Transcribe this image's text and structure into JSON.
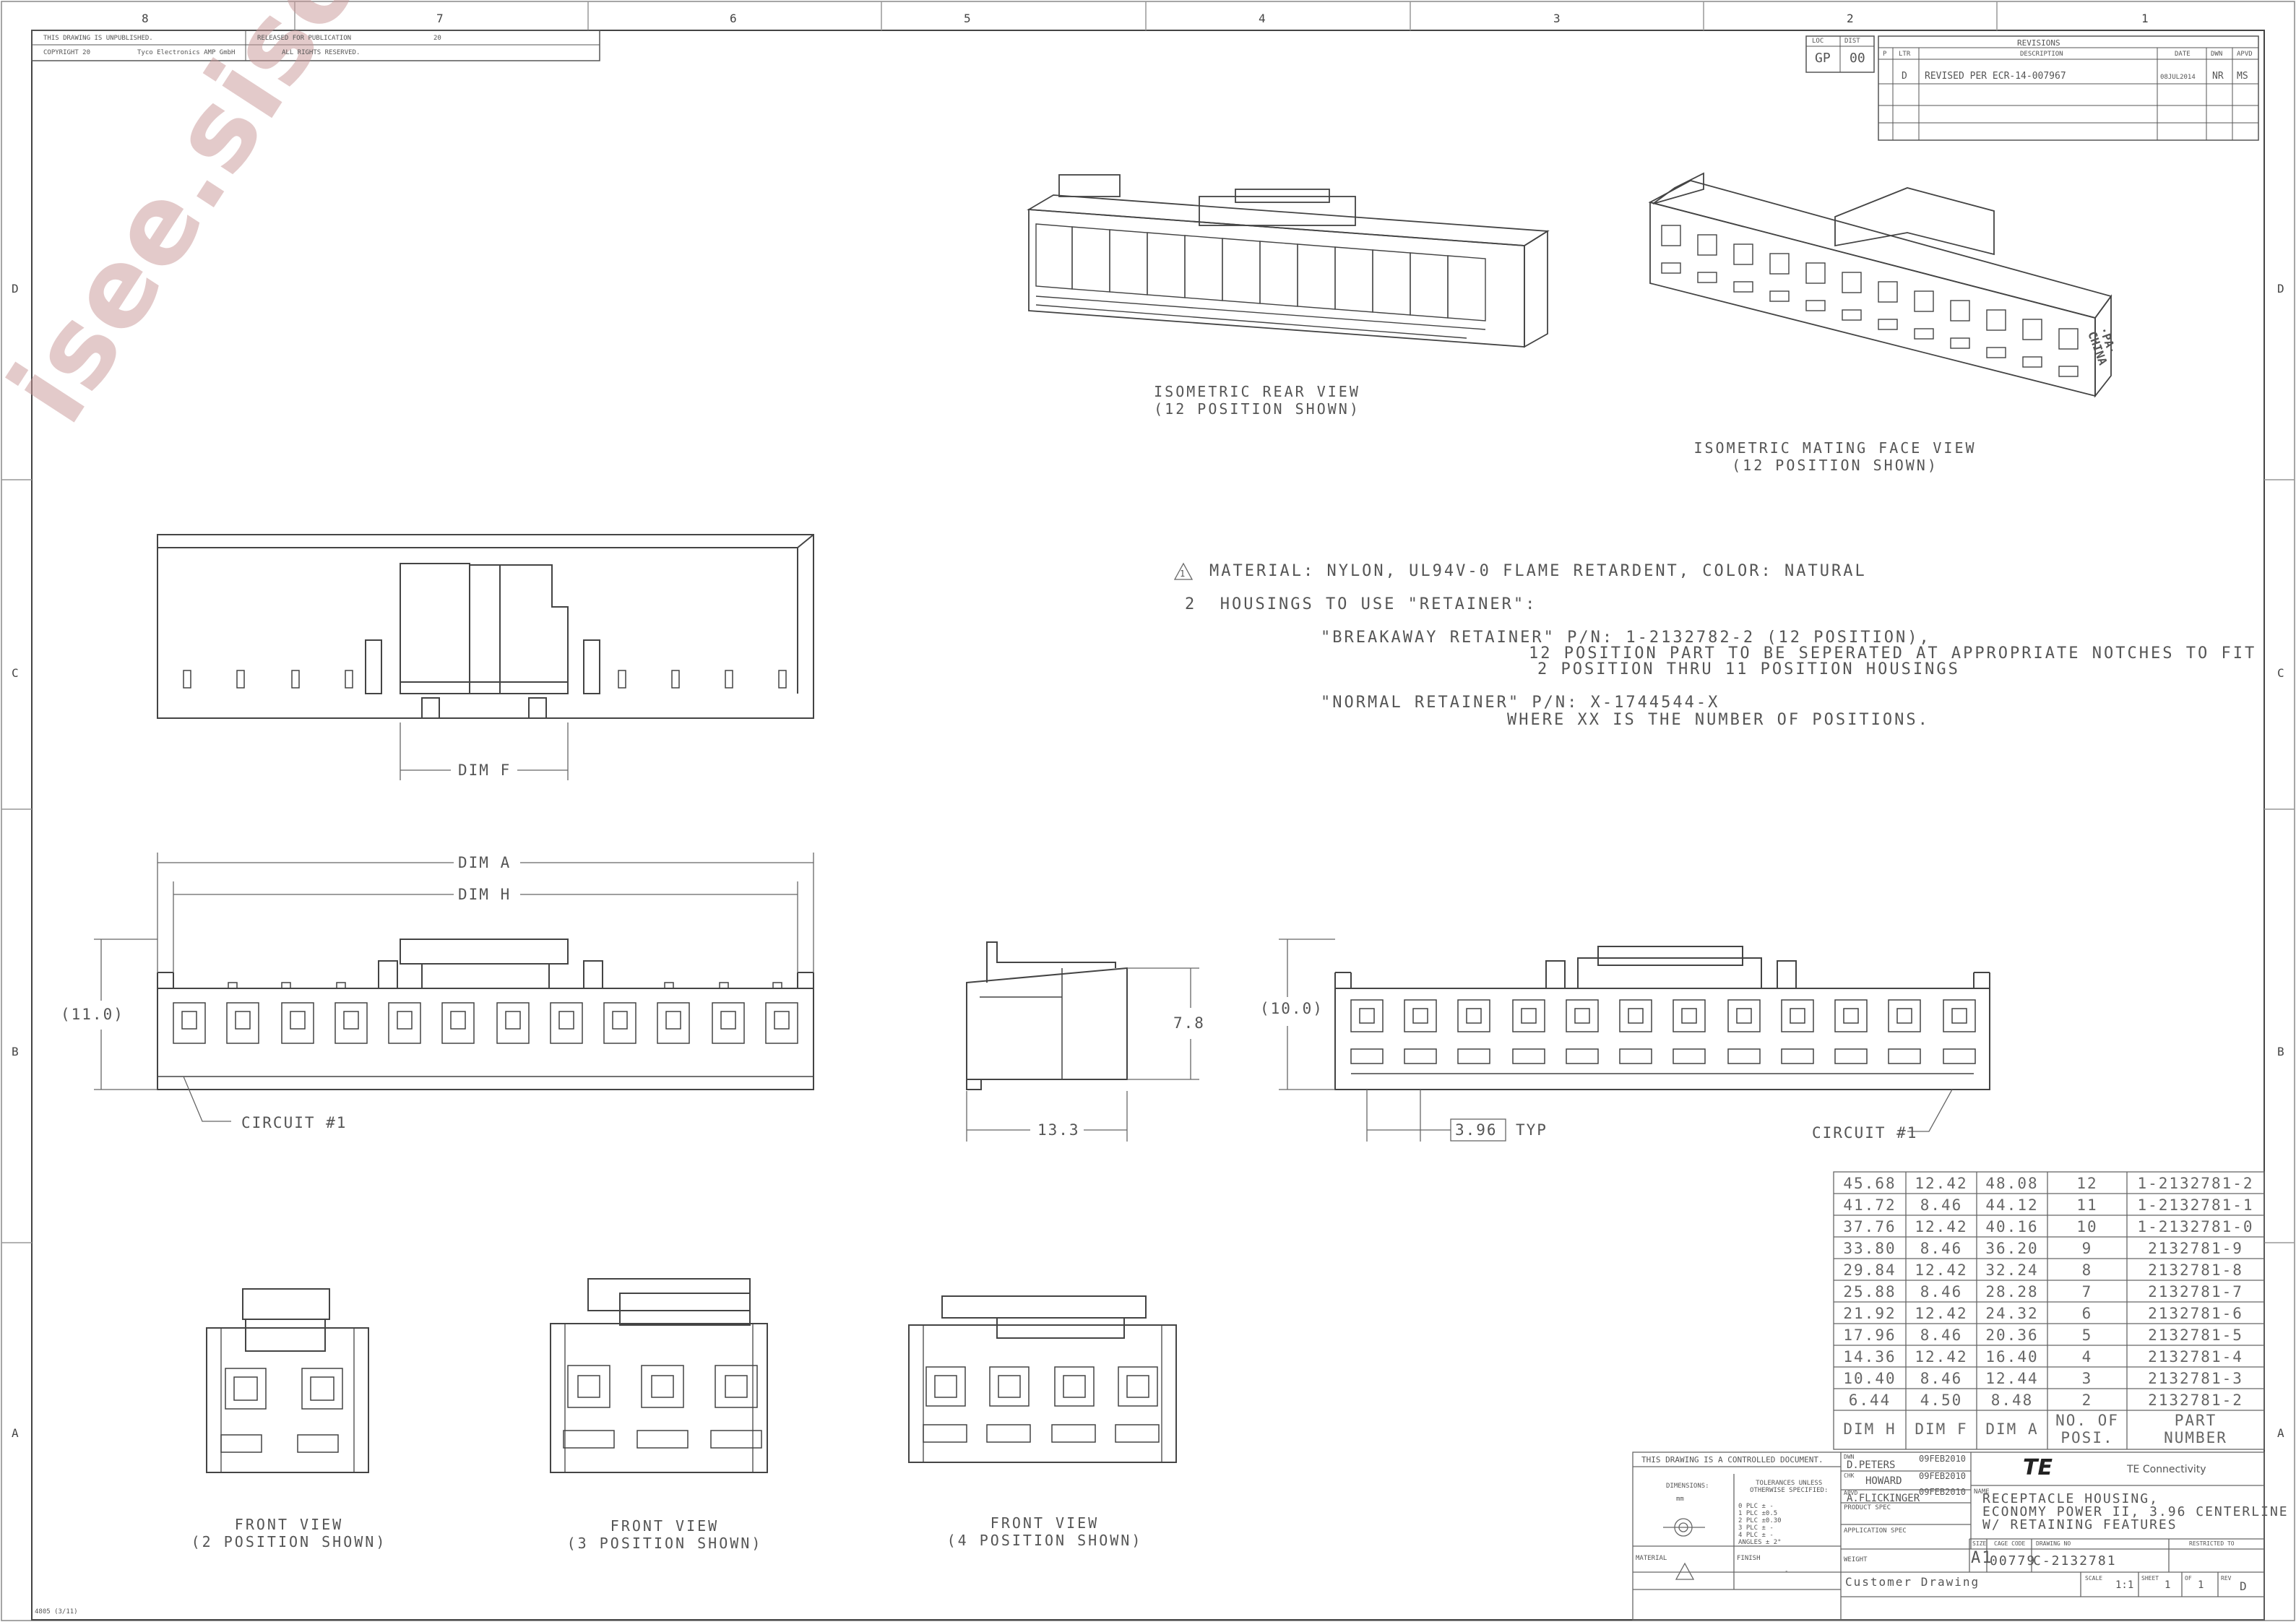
{
  "zones": {
    "columns": [
      "8",
      "7",
      "6",
      "5",
      "4",
      "3",
      "2",
      "1"
    ],
    "rows": [
      "D",
      "C",
      "B",
      "A"
    ]
  },
  "header": {
    "unpublished": "THIS DRAWING IS UNPUBLISHED.",
    "copyright": "COPYRIGHT 20",
    "company": "Tyco Electronics AMP GmbH",
    "released": "RELEASED FOR PUBLICATION",
    "released_year": "20",
    "rights": "ALL RIGHTS RESERVED."
  },
  "loc_dist": {
    "loc_label": "LOC",
    "loc_value": "GP",
    "dist_label": "DIST",
    "dist_value": "00"
  },
  "revisions": {
    "title": "REVISIONS",
    "headers": {
      "p": "P",
      "ltr": "LTR",
      "description": "DESCRIPTION",
      "date": "DATE",
      "dwn": "DWN",
      "apvd": "APVD"
    },
    "rows": [
      {
        "ltr": "D",
        "description": "REVISED PER ECR-14-007967",
        "date": "08JUL2014",
        "dwn": "NR",
        "apvd": "MS"
      }
    ]
  },
  "views": {
    "iso_rear": "ISOMETRIC REAR VIEW\n(12 POSITION SHOWN)",
    "iso_mating": "ISOMETRIC MATING FACE VIEW\n(12 POSITION SHOWN)",
    "front_2": "FRONT VIEW\n(2 POSITION SHOWN)",
    "front_3": "FRONT VIEW\n(3 POSITION SHOWN)",
    "front_4": "FRONT VIEW\n(4 POSITION SHOWN)",
    "iso_marking_1": "·PA·",
    "iso_marking_2": "CHINA"
  },
  "notes": {
    "note1_number": "1",
    "note1": "MATERIAL: NYLON, UL94V-0 FLAME RETARDENT, COLOR: NATURAL",
    "note2": "2  HOUSINGS TO USE \"RETAINER\":",
    "note2a": "\"BREAKAWAY RETAINER\" P/N: 1-2132782-2 (12 POSITION),",
    "note2b": "12 POSITION PART TO BE SEPERATED AT APPROPRIATE NOTCHES TO FIT",
    "note2c": "2 POSITION THRU 11 POSITION HOUSINGS",
    "note2d": "\"NORMAL RETAINER\" P/N: X-1744544-X",
    "note2e": "WHERE XX IS THE NUMBER OF POSITIONS."
  },
  "dims": {
    "dim_f": "DIM F",
    "dim_a": "DIM A",
    "dim_h": "DIM H",
    "h11": "(11.0)",
    "h10": "(10.0)",
    "d78": "7.8",
    "d133": "13.3",
    "d396": "3.96",
    "typ": "TYP",
    "circuit_left": "CIRCUIT #1",
    "circuit_right": "CIRCUIT #1"
  },
  "table": {
    "headers": [
      "DIM H",
      "DIM F",
      "DIM A",
      "NO. OF\nPOSI.",
      "PART\nNUMBER"
    ],
    "rows": [
      [
        "45.68",
        "12.42",
        "48.08",
        "12",
        "1-2132781-2"
      ],
      [
        "41.72",
        "8.46",
        "44.12",
        "11",
        "1-2132781-1"
      ],
      [
        "37.76",
        "12.42",
        "40.16",
        "10",
        "1-2132781-0"
      ],
      [
        "33.80",
        "8.46",
        "36.20",
        "9",
        "2132781-9"
      ],
      [
        "29.84",
        "12.42",
        "32.24",
        "8",
        "2132781-8"
      ],
      [
        "25.88",
        "8.46",
        "28.28",
        "7",
        "2132781-7"
      ],
      [
        "21.92",
        "12.42",
        "24.32",
        "6",
        "2132781-6"
      ],
      [
        "17.96",
        "8.46",
        "20.36",
        "5",
        "2132781-5"
      ],
      [
        "14.36",
        "12.42",
        "16.40",
        "4",
        "2132781-4"
      ],
      [
        "10.40",
        "8.46",
        "12.44",
        "3",
        "2132781-3"
      ],
      [
        "6.44",
        "4.50",
        "8.48",
        "2",
        "2132781-2"
      ]
    ]
  },
  "title_block": {
    "controlled": "THIS DRAWING IS A CONTROLLED DOCUMENT.",
    "dwn_label": "DWN",
    "dwn_name": "D.PETERS",
    "dwn_date": "09FEB2010",
    "chk_label": "CHK",
    "chk_name": "HOWARD",
    "chk_date": "09FEB2010",
    "appvd_label": "APVD",
    "appvd_name": "A.FLICKINGER",
    "appvd_date": "09FEB2010",
    "product_spec": "PRODUCT SPEC",
    "application_spec": "APPLICATION SPEC",
    "weight": "WEIGHT",
    "dimensions_label": "DIMENSIONS:",
    "dimensions_unit": "mm",
    "tolerances": "TOLERANCES UNLESS\nOTHERWISE SPECIFIED:",
    "tol_lines": [
      "0 PLC   ± -",
      "1 PLC   ±0.5",
      "2 PLC   ±0.30",
      "3 PLC   ± -",
      "4 PLC   ± -",
      "ANGLES   ± 2°"
    ],
    "material": "MATERIAL",
    "finish": "FINISH",
    "finish_dash": "-",
    "logo": "TE",
    "company_name": "TE Connectivity",
    "name_label": "NAME",
    "name_lines": [
      "RECEPTACLE HOUSING,",
      "ECONOMY POWER II, 3.96 CENTERLINE",
      "W/ RETAINING FEATURES"
    ],
    "size_label": "SIZE",
    "size": "A1",
    "cage_label": "CAGE CODE",
    "cage": "00779",
    "drawing_no_label": "DRAWING NO",
    "drawing_no": "C-2132781",
    "restricted": "RESTRICTED TO",
    "customer_drawing": "Customer Drawing",
    "scale_label": "SCALE",
    "scale": "1:1",
    "sheet_label": "SHEET",
    "sheet": "1",
    "of_label": "OF",
    "of": "1",
    "rev_label": "REV",
    "rev": "D"
  },
  "form_id": "4805 (3/11)",
  "watermark": "isee.sisoog.com"
}
